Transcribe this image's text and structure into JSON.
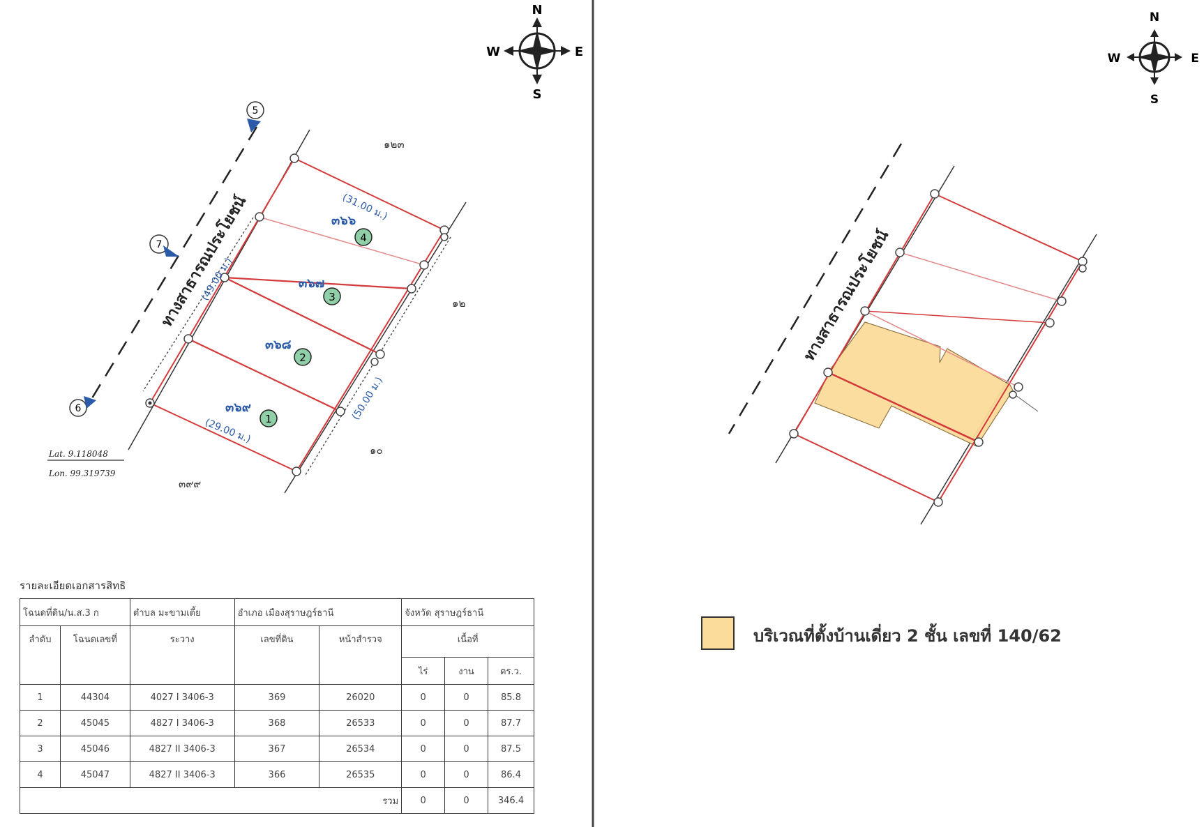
{
  "colors": {
    "boundary": "#d53a3a",
    "parcel_no": "#2b5aa8",
    "circle": "#3e8c5f",
    "legend_fill": "#fbdc9a"
  },
  "compass": {
    "n": "N",
    "s": "S",
    "e": "E",
    "w": "W"
  },
  "left_map": {
    "road_label": "ทางสาธารณประโยชน์",
    "markers": [
      "5",
      "7",
      "6"
    ],
    "neighbor_labels": {
      "top": "๑๒๓",
      "right": "๑๒",
      "bottom_right": "๑๐",
      "bottom": "๓๙๙"
    },
    "parcels": [
      {
        "no": "๓๖๖",
        "circle": "4"
      },
      {
        "no": "๓๖๗",
        "circle": "3"
      },
      {
        "no": "๓๖๘",
        "circle": "2"
      },
      {
        "no": "๓๖๙",
        "circle": "1"
      }
    ],
    "dims": {
      "top": "(31.00 ม.)",
      "left": "(49.00 ม.)",
      "right": "(50.00 ม.)",
      "bottom": "(29.00 ม.)"
    },
    "coords": {
      "lat": "Lat. 9.118048",
      "lon": "Lon. 99.319739"
    }
  },
  "right_map": {
    "road_label": "ทางสาธารณประโยชน์"
  },
  "legend": {
    "text": "บริเวณที่ตั้งบ้านเดี่ยว 2 ชั้น เลขที่ 140/62"
  },
  "table": {
    "title": "รายละเอียดเอกสารสิทธิ",
    "doc_type": "โฉนดที่ดิน/น.ส.3 ก",
    "subdistrict": "ตำบล มะขามเตี้ย",
    "district": "อำเภอ เมืองสุราษฎร์ธานี",
    "province": "จังหวัด สุราษฎร์ธานี",
    "col_order": "ลำดับ",
    "col_deed": "โฉนดเลขที่",
    "col_sheet": "ระวาง",
    "col_land_no": "เลขที่ดิน",
    "col_survey": "หน้าสำรวจ",
    "col_area": "เนื้อที่",
    "col_rai": "ไร่",
    "col_ngan": "งาน",
    "col_wa": "ตร.ว.",
    "rows": [
      {
        "order": "1",
        "deed": "44304",
        "sheet": "4027 I 3406-3",
        "land": "369",
        "survey": "26020",
        "rai": "0",
        "ngan": "0",
        "wa": "85.8"
      },
      {
        "order": "2",
        "deed": "45045",
        "sheet": "4827 I 3406-3",
        "land": "368",
        "survey": "26533",
        "rai": "0",
        "ngan": "0",
        "wa": "87.7"
      },
      {
        "order": "3",
        "deed": "45046",
        "sheet": "4827 II 3406-3",
        "land": "367",
        "survey": "26534",
        "rai": "0",
        "ngan": "0",
        "wa": "87.5"
      },
      {
        "order": "4",
        "deed": "45047",
        "sheet": "4827 II 3406-3",
        "land": "366",
        "survey": "26535",
        "rai": "0",
        "ngan": "0",
        "wa": "86.4"
      }
    ],
    "total_label": "รวม",
    "total_rai": "0",
    "total_ngan": "0",
    "total_wa": "346.4"
  }
}
